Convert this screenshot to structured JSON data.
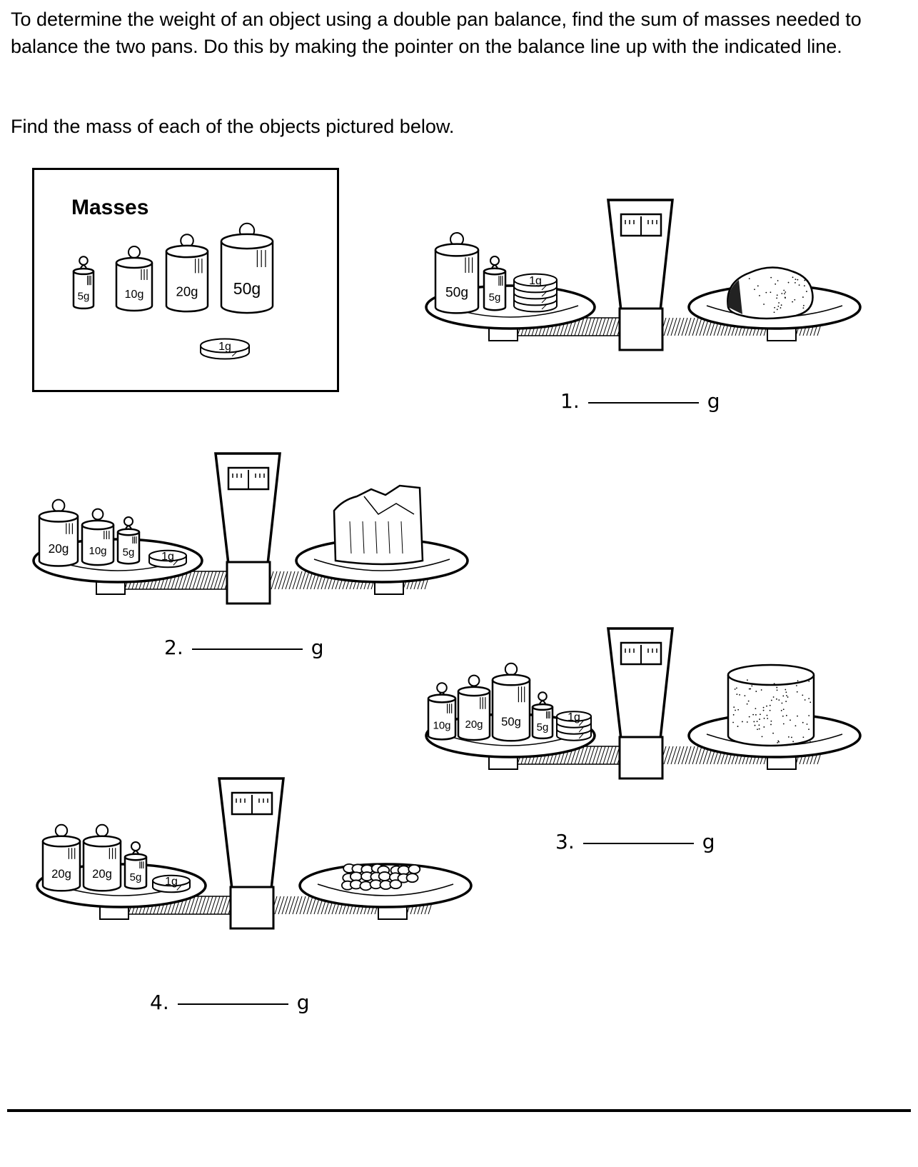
{
  "instructions": {
    "paragraph": "To determine the weight of an object using a double pan balance, find the sum of masses needed to balance the two pans. Do this by making the pointer on the balance line up with the indicated line.",
    "task": "Find the mass of each of the objects pictured below."
  },
  "masses_box": {
    "title": "Masses",
    "weights": [
      "5g",
      "10g",
      "20g",
      "50g"
    ],
    "disc": "1g"
  },
  "problems": [
    {
      "number": "1.",
      "unit": "g",
      "weights": [
        "50g",
        "5g"
      ],
      "discs": {
        "label": "1g",
        "count": 4
      },
      "object": "rock"
    },
    {
      "number": "2.",
      "unit": "g",
      "weights": [
        "20g",
        "10g",
        "5g"
      ],
      "discs": {
        "label": "1g",
        "count": 1
      },
      "object": "crumpled-paper"
    },
    {
      "number": "3.",
      "unit": "g",
      "weights": [
        "10g",
        "20g",
        "50g",
        "5g"
      ],
      "discs": {
        "label": "1g",
        "count": 3
      },
      "object": "container-of-sand"
    },
    {
      "number": "4.",
      "unit": "g",
      "weights": [
        "20g",
        "20g",
        "5g"
      ],
      "discs": {
        "label": "1g",
        "count": 1
      },
      "object": "pile-of-pebbles"
    }
  ]
}
